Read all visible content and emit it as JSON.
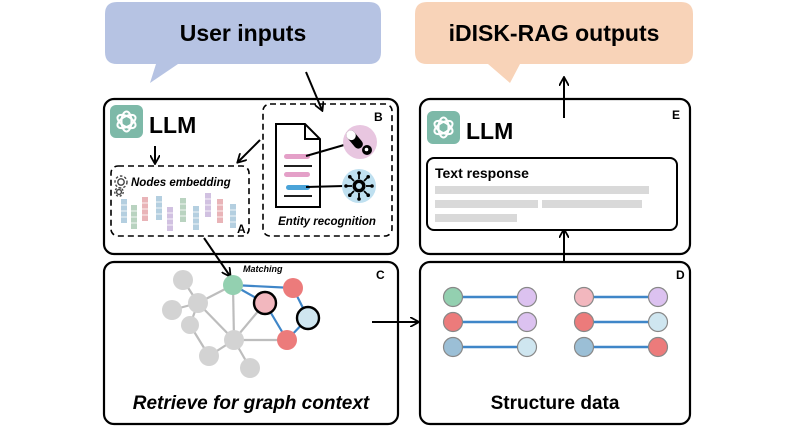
{
  "bubbles": {
    "user_inputs": "User inputs",
    "outputs": "iDISK-RAG outputs"
  },
  "panels": {
    "a": {
      "letter": "A",
      "title": "Nodes embedding"
    },
    "b": {
      "letter": "B",
      "title": "Entity recognition"
    },
    "c": {
      "letter": "C",
      "matching": "Matching",
      "caption": "Retrieve for graph context"
    },
    "d": {
      "letter": "D",
      "caption": "Structure data"
    },
    "e": {
      "letter": "E",
      "text_response": "Text response"
    }
  },
  "llm_label": "LLM",
  "icons": [
    "chatgpt-logo-icon",
    "document-icon",
    "pill-icon",
    "virus-icon",
    "gear-icon",
    "arrow-icon"
  ],
  "colors": {
    "bubble_blue": "#b6c3e3",
    "bubble_orange": "#f8d3b8",
    "node_green": "#93d0b0",
    "node_pink": "#f2b7be",
    "node_red": "#ec7b7b",
    "node_blue": "#9bbfd6",
    "node_lavender": "#dcc2f0",
    "node_cyan": "#cfe6f0",
    "node_gray": "#d3d3d3",
    "link_blue": "#3f86c8"
  }
}
